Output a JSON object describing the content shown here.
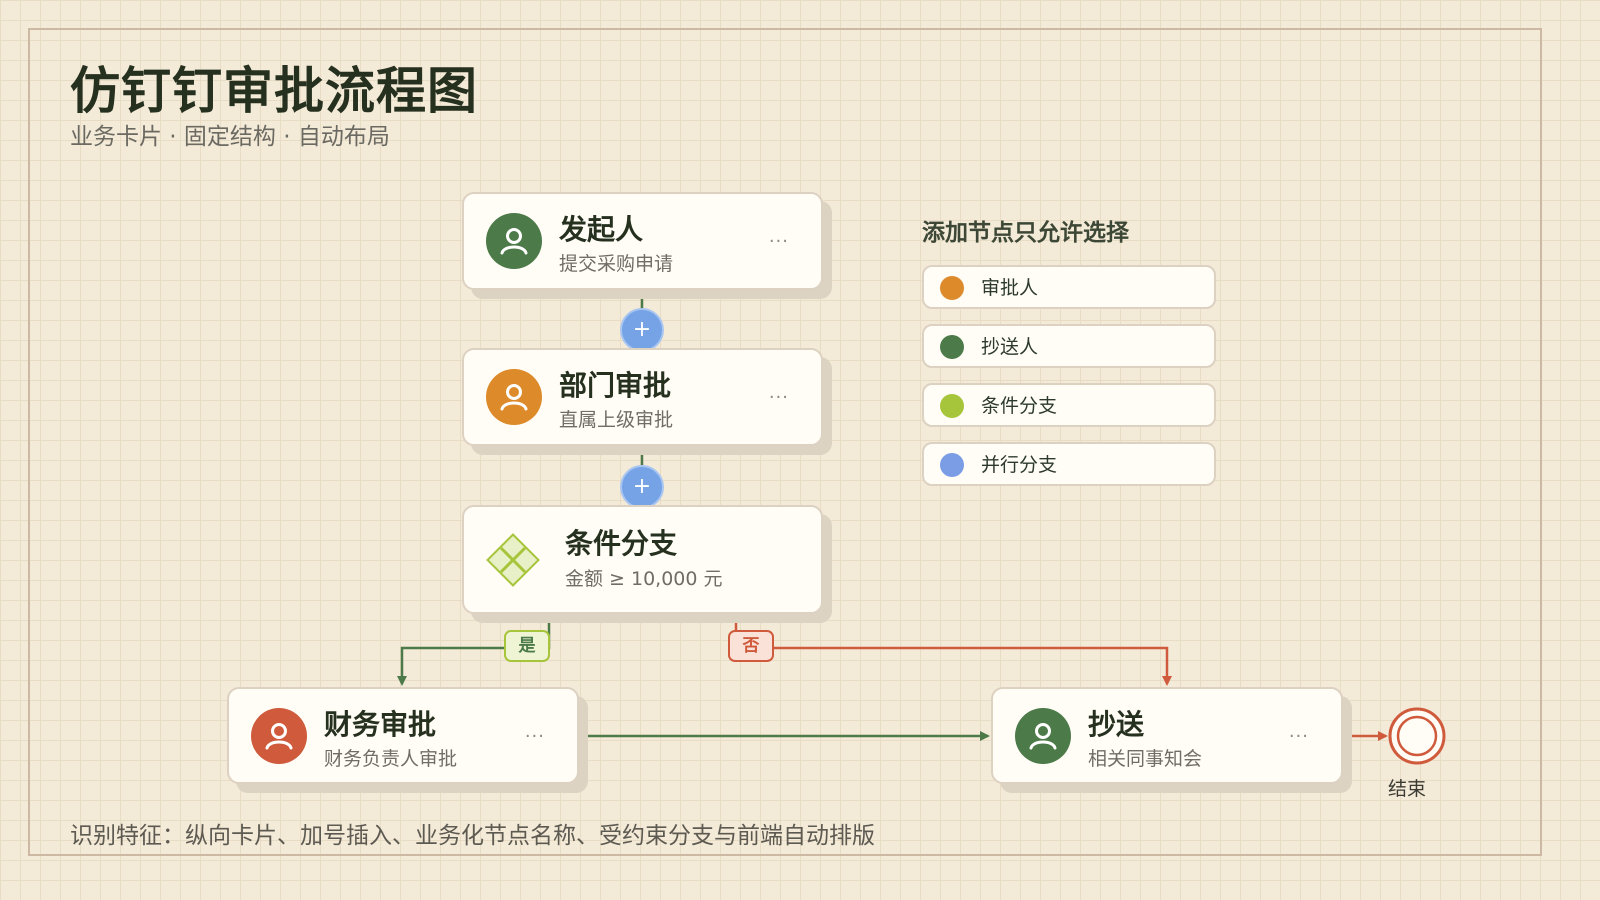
{
  "header": {
    "title": "仿钉钉审批流程图",
    "subtitle": "业务卡片 · 固定结构 · 自动布局"
  },
  "nodes": {
    "initiator": {
      "title": "发起人",
      "subtitle": "提交采购申请",
      "more": "···",
      "color": "#4c7a49",
      "icon": "person-icon"
    },
    "dept_approval": {
      "title": "部门审批",
      "subtitle": "直属上级审批",
      "more": "···",
      "color": "#dd8a2a",
      "icon": "person-icon"
    },
    "condition": {
      "title": "条件分支",
      "subtitle": "金额 ≥ 10,000 元",
      "color": "#a6c53a",
      "icon": "condition-diamond-icon"
    },
    "finance_approval": {
      "title": "财务审批",
      "subtitle": "财务负责人审批",
      "more": "···",
      "color": "#cf5a3c",
      "icon": "person-icon"
    },
    "cc": {
      "title": "抄送",
      "subtitle": "相关同事知会",
      "more": "···",
      "color": "#4c7a49",
      "icon": "person-icon"
    },
    "end": {
      "label": "结束",
      "color": "#cf5a3c"
    }
  },
  "add_buttons": {
    "symbol": "+",
    "color": "#76a3e6"
  },
  "edge_labels": {
    "yes": {
      "text": "是",
      "color": "#4c7a49"
    },
    "no": {
      "text": "否",
      "color": "#cf5a3c"
    }
  },
  "legend": {
    "heading": "添加节点只允许选择",
    "items": [
      {
        "label": "审批人",
        "color": "#dd8a2a"
      },
      {
        "label": "抄送人",
        "color": "#4c7a49"
      },
      {
        "label": "条件分支",
        "color": "#a6c53a"
      },
      {
        "label": "并行分支",
        "color": "#7a9de6"
      }
    ]
  },
  "footer": {
    "note": "识别特征：纵向卡片、加号插入、业务化节点名称、受约束分支与前端自动排版"
  }
}
